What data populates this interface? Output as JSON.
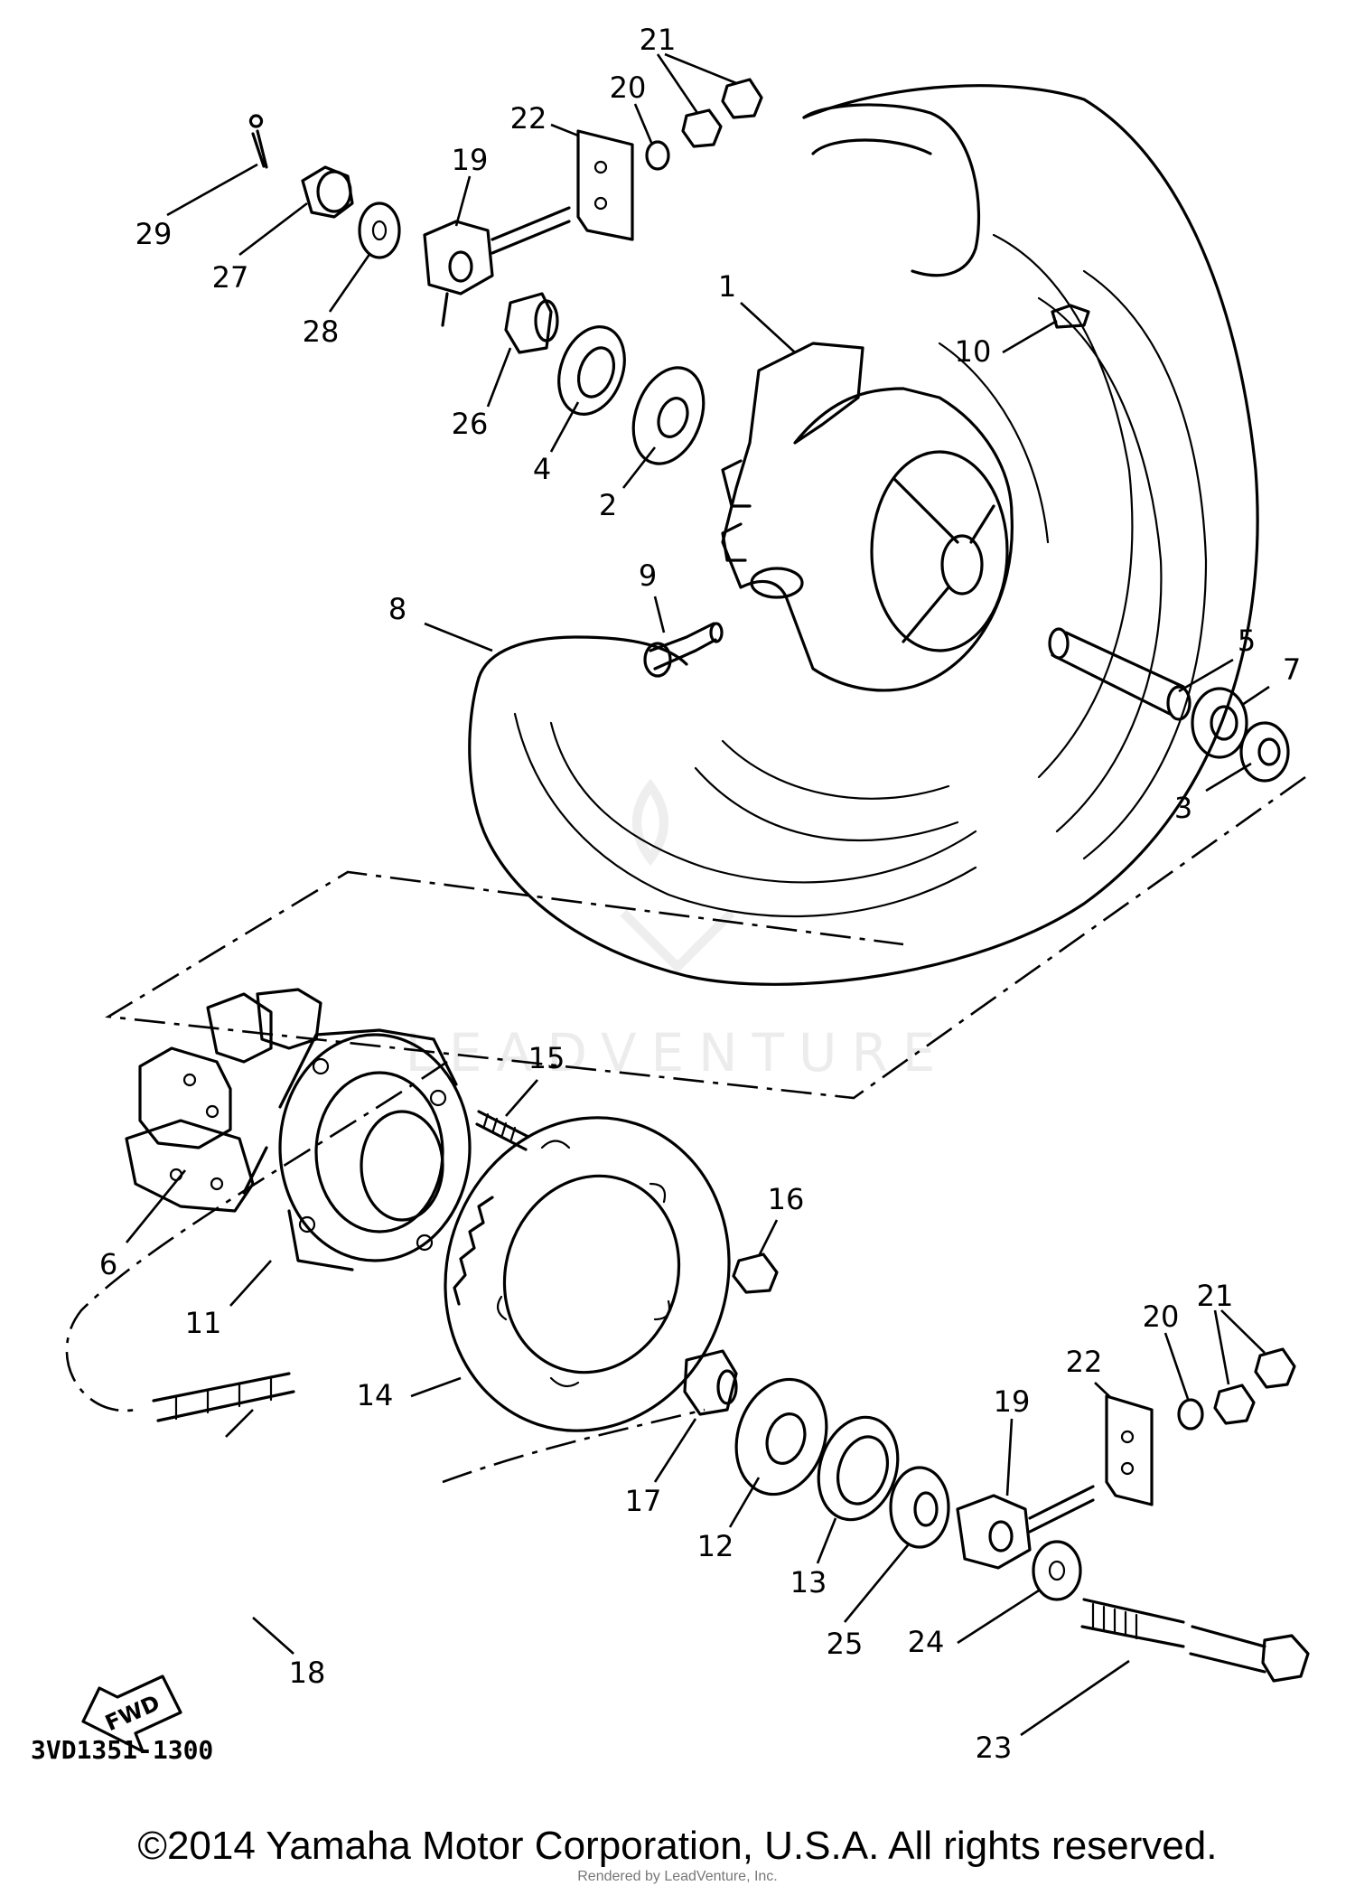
{
  "diagram": {
    "reference_code": "3VD1351-1300",
    "watermark": "LEADVENTURE",
    "direction_label": "FWD",
    "copyright": "©2014 Yamaha Motor Corporation, U.S.A. All rights reserved.",
    "rendered_by": "Rendered by LeadVenture, Inc.",
    "callouts": [
      {
        "id": "c1",
        "label": "1"
      },
      {
        "id": "c2",
        "label": "2"
      },
      {
        "id": "c3",
        "label": "3"
      },
      {
        "id": "c4",
        "label": "4"
      },
      {
        "id": "c5",
        "label": "5"
      },
      {
        "id": "c6",
        "label": "6"
      },
      {
        "id": "c7",
        "label": "7"
      },
      {
        "id": "c8",
        "label": "8"
      },
      {
        "id": "c9",
        "label": "9"
      },
      {
        "id": "c10",
        "label": "10"
      },
      {
        "id": "c11",
        "label": "11"
      },
      {
        "id": "c12",
        "label": "12"
      },
      {
        "id": "c13",
        "label": "13"
      },
      {
        "id": "c14",
        "label": "14"
      },
      {
        "id": "c15",
        "label": "15"
      },
      {
        "id": "c16",
        "label": "16"
      },
      {
        "id": "c17",
        "label": "17"
      },
      {
        "id": "c18",
        "label": "18"
      },
      {
        "id": "c19a",
        "label": "19"
      },
      {
        "id": "c19b",
        "label": "19"
      },
      {
        "id": "c20a",
        "label": "20"
      },
      {
        "id": "c20b",
        "label": "20"
      },
      {
        "id": "c21a",
        "label": "21"
      },
      {
        "id": "c21b",
        "label": "21"
      },
      {
        "id": "c22a",
        "label": "22"
      },
      {
        "id": "c22b",
        "label": "22"
      },
      {
        "id": "c23",
        "label": "23"
      },
      {
        "id": "c24",
        "label": "24"
      },
      {
        "id": "c25",
        "label": "25"
      },
      {
        "id": "c26",
        "label": "26"
      },
      {
        "id": "c27",
        "label": "27"
      },
      {
        "id": "c28",
        "label": "28"
      },
      {
        "id": "c29",
        "label": "29"
      }
    ]
  }
}
